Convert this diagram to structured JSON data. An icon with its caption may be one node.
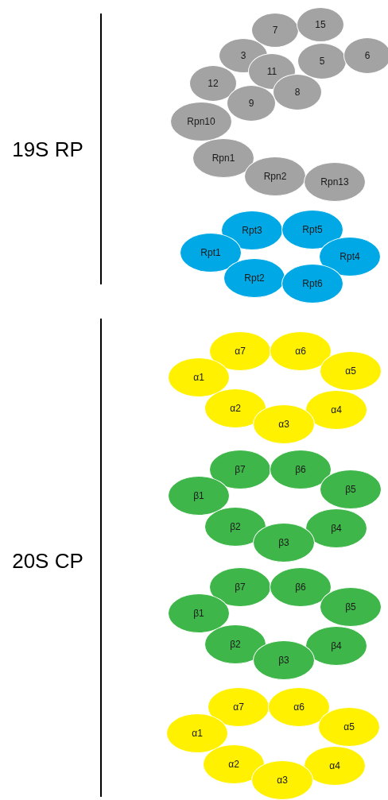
{
  "diagram": {
    "nodes": [
      {
        "text": [
          "7"
        ]
      },
      {
        "text": [
          "15"
        ]
      },
      {
        "text": [
          "3"
        ]
      },
      {
        "text": [
          "5"
        ]
      },
      {
        "text": [
          "6"
        ]
      },
      {
        "text": [
          "11"
        ]
      },
      {
        "text": [
          "12"
        ]
      },
      {
        "text": [
          "8"
        ]
      },
      {
        "text": [
          "9"
        ]
      },
      {
        "text": [
          "Rpn10"
        ]
      },
      {
        "text": [
          "Rpn1"
        ]
      },
      {
        "text": [
          "Rpn2"
        ]
      },
      {
        "text": [
          "Rpn13"
        ]
      },
      {
        "text": [
          "Rpt3"
        ]
      },
      {
        "text": [
          "Rpt5"
        ]
      },
      {
        "text": [
          "Rpt1"
        ]
      },
      {
        "text": [
          "Rpt4"
        ]
      },
      {
        "text": [
          "Rpt2"
        ]
      },
      {
        "text": [
          "Rpt6"
        ]
      },
      {
        "text": [
          "α7"
        ]
      },
      {
        "text": [
          "α6"
        ]
      },
      {
        "text": [
          "α1"
        ]
      },
      {
        "text": [
          "α5"
        ]
      },
      {
        "text": [
          "α2"
        ]
      },
      {
        "text": [
          "α4"
        ]
      },
      {
        "text": [
          "α3"
        ]
      },
      {
        "text": [
          "β7"
        ]
      },
      {
        "text": [
          "β6"
        ]
      },
      {
        "text": [
          "β1"
        ]
      },
      {
        "text": [
          "β5"
        ]
      },
      {
        "text": [
          "β2"
        ]
      },
      {
        "text": [
          "β4"
        ]
      },
      {
        "text": [
          "β3"
        ]
      },
      {
        "text": [
          "β7"
        ]
      },
      {
        "text": [
          "β6"
        ]
      },
      {
        "text": [
          "β1"
        ]
      },
      {
        "text": [
          "β5"
        ]
      },
      {
        "text": [
          "β2"
        ]
      },
      {
        "text": [
          "β4"
        ]
      },
      {
        "text": [
          "β3"
        ]
      },
      {
        "text": [
          "α7"
        ]
      },
      {
        "text": [
          "α6"
        ]
      },
      {
        "text": [
          "α1"
        ]
      },
      {
        "text": [
          "α5"
        ]
      },
      {
        "text": [
          "α2"
        ]
      },
      {
        "text": [
          "α4"
        ]
      },
      {
        "text": [
          "α3"
        ]
      }
    ],
    "labels": [
      "19S RP",
      "20S CP"
    ]
  }
}
